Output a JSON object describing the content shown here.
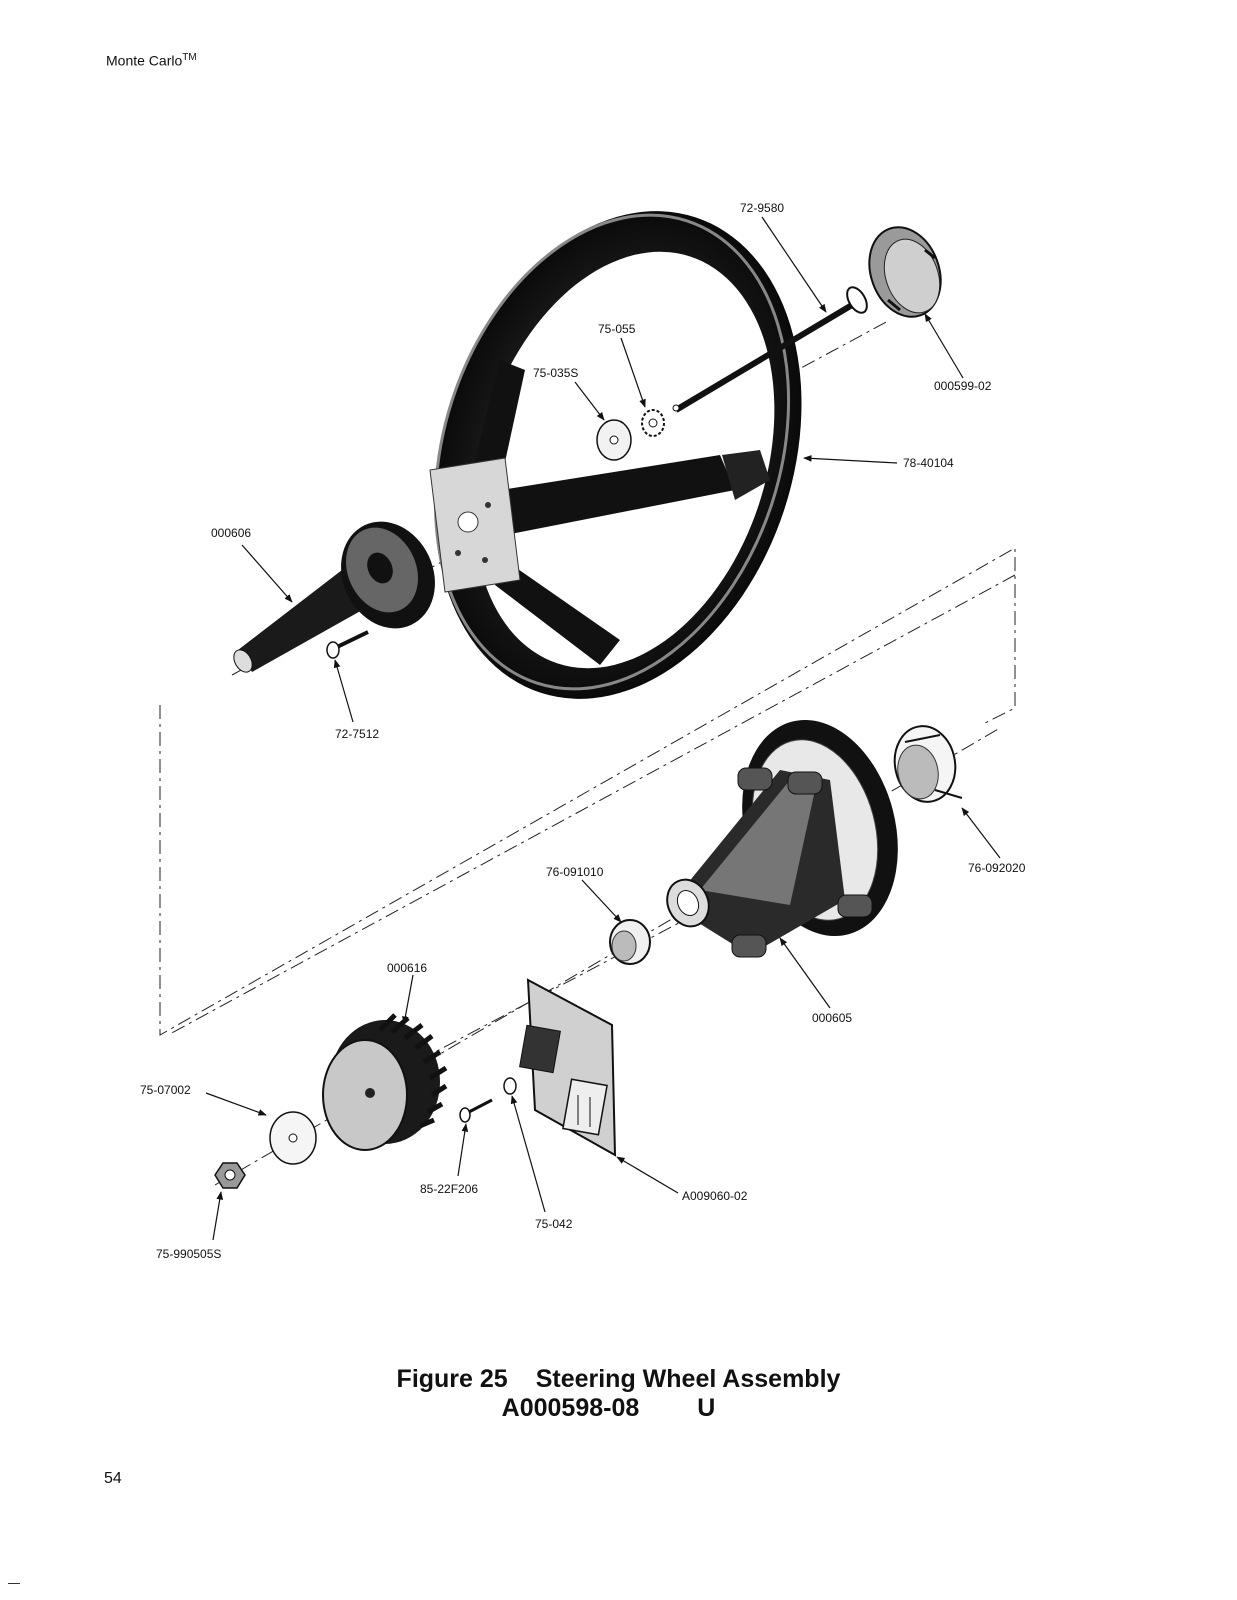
{
  "header": {
    "title": "Monte Carlo",
    "tm": "TM"
  },
  "callouts": {
    "c1": "72-9580",
    "c2": "75-055",
    "c3": "75-035S",
    "c4": "000599-02",
    "c5": "78-40104",
    "c6": "000606",
    "c7": "72-7512",
    "c8": "76-091010",
    "c9": "76-092020",
    "c10": "000616",
    "c11": "000605",
    "c12": "75-07002",
    "c13": "85-22F206",
    "c14": "75-042",
    "c15": "A009060-02",
    "c16": "75-990505S"
  },
  "caption": {
    "figure": "Figure 25",
    "title": "Steering Wheel Assembly",
    "part_number": "A000598-08",
    "revision": "U"
  },
  "page_number": "54"
}
